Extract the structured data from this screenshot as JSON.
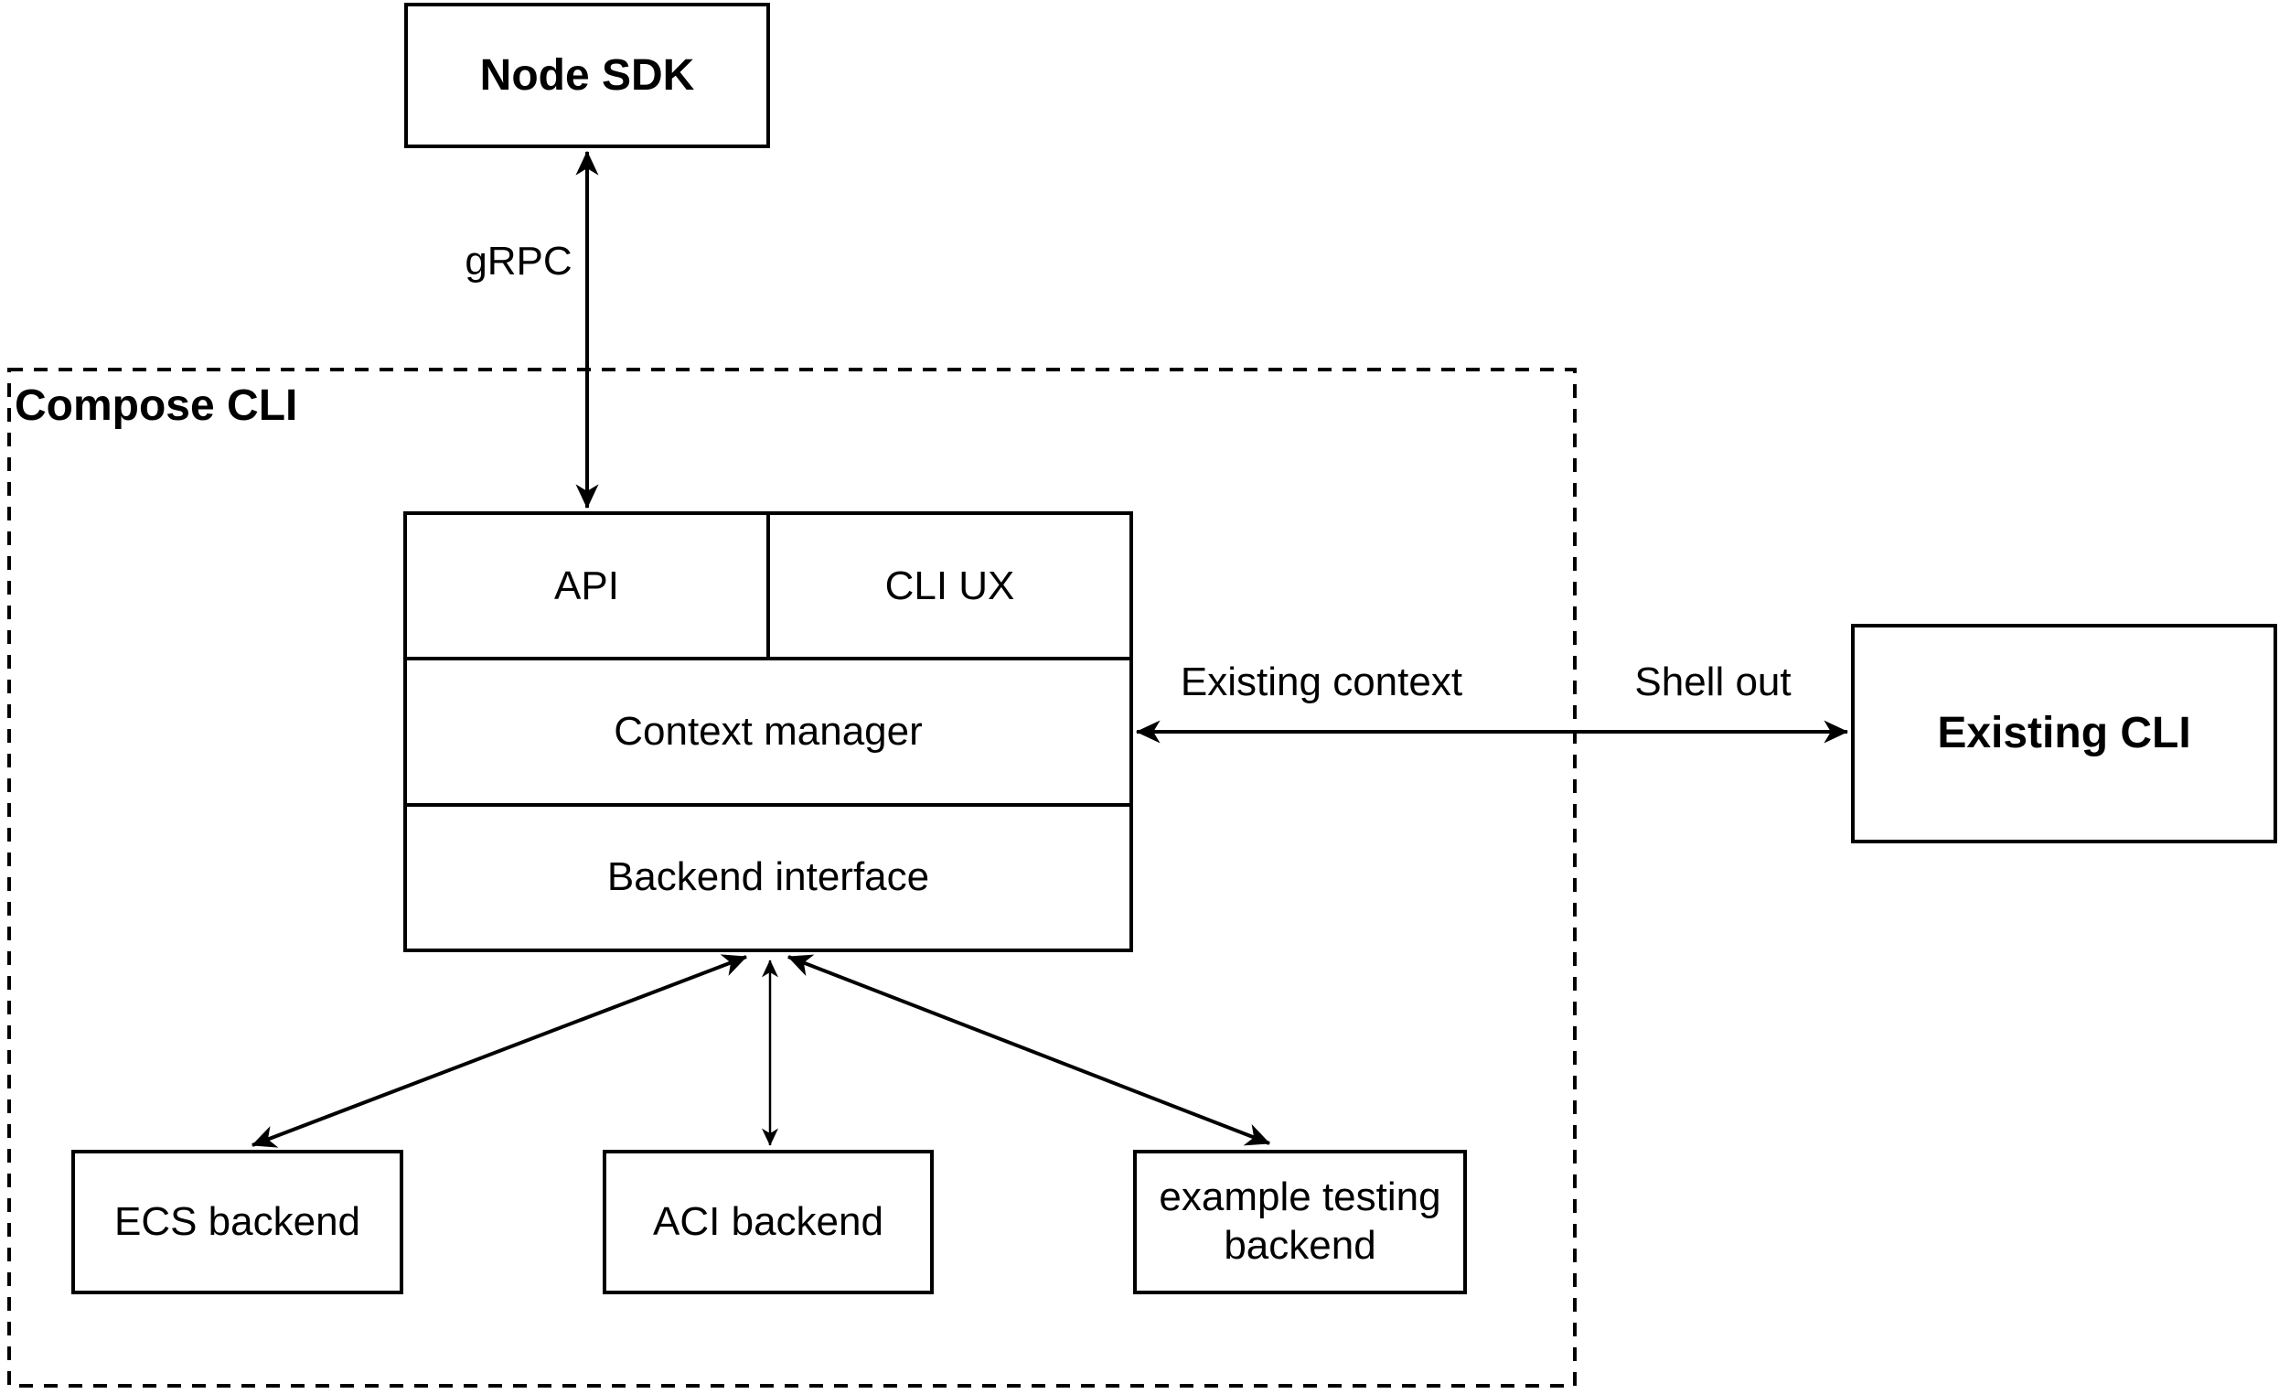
{
  "diagram": {
    "colors": {
      "stroke": "#000000",
      "text": "#000000",
      "background": "#ffffff"
    },
    "nodes": {
      "node_sdk": {
        "label": "Node SDK"
      },
      "compose_cli": {
        "label": "Compose CLI"
      },
      "api": {
        "label": "API"
      },
      "cli_ux": {
        "label": "CLI UX"
      },
      "context_manager": {
        "label": "Context manager"
      },
      "backend_interface": {
        "label": "Backend interface"
      },
      "existing_cli": {
        "label": "Existing CLI"
      },
      "ecs_backend": {
        "label": "ECS backend"
      },
      "aci_backend": {
        "label": "ACI backend"
      },
      "example_testing_backend": {
        "label": "example testing backend"
      }
    },
    "edges": {
      "grpc": {
        "label": "gRPC",
        "from": "node_sdk",
        "to": "api",
        "arrows": "both"
      },
      "context_link": {
        "label_inside": "Existing context",
        "label_outside": "Shell out",
        "from": "context_manager",
        "to": "existing_cli",
        "arrows": "both"
      },
      "backend_ecs": {
        "from": "backend_interface",
        "to": "ecs_backend",
        "arrows": "both"
      },
      "backend_aci": {
        "from": "backend_interface",
        "to": "aci_backend",
        "arrows": "both"
      },
      "backend_example": {
        "from": "backend_interface",
        "to": "example_testing_backend",
        "arrows": "both"
      }
    }
  }
}
